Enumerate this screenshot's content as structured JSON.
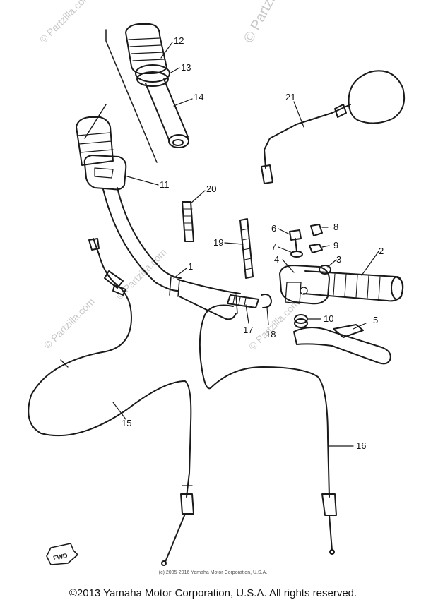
{
  "watermark": {
    "corner": "© Partzilla",
    "tiles": [
      "© Partzilla.com",
      "© Partzilla.com",
      "© Partzilla.com",
      "© Partzilla.com"
    ]
  },
  "callouts": [
    "1",
    "2",
    "3",
    "4",
    "5",
    "6",
    "7",
    "8",
    "9",
    "10",
    "11",
    "12",
    "13",
    "14",
    "15",
    "16",
    "17",
    "18",
    "19",
    "20",
    "21"
  ],
  "direction_marker": "FWD",
  "footer": {
    "copyright_small": "(c) 2005-2016 Yamaha Motor Corporation, U.S.A.",
    "copyright_main": "©2013 Yamaha Motor Corporation, U.S.A. All rights reserved."
  }
}
